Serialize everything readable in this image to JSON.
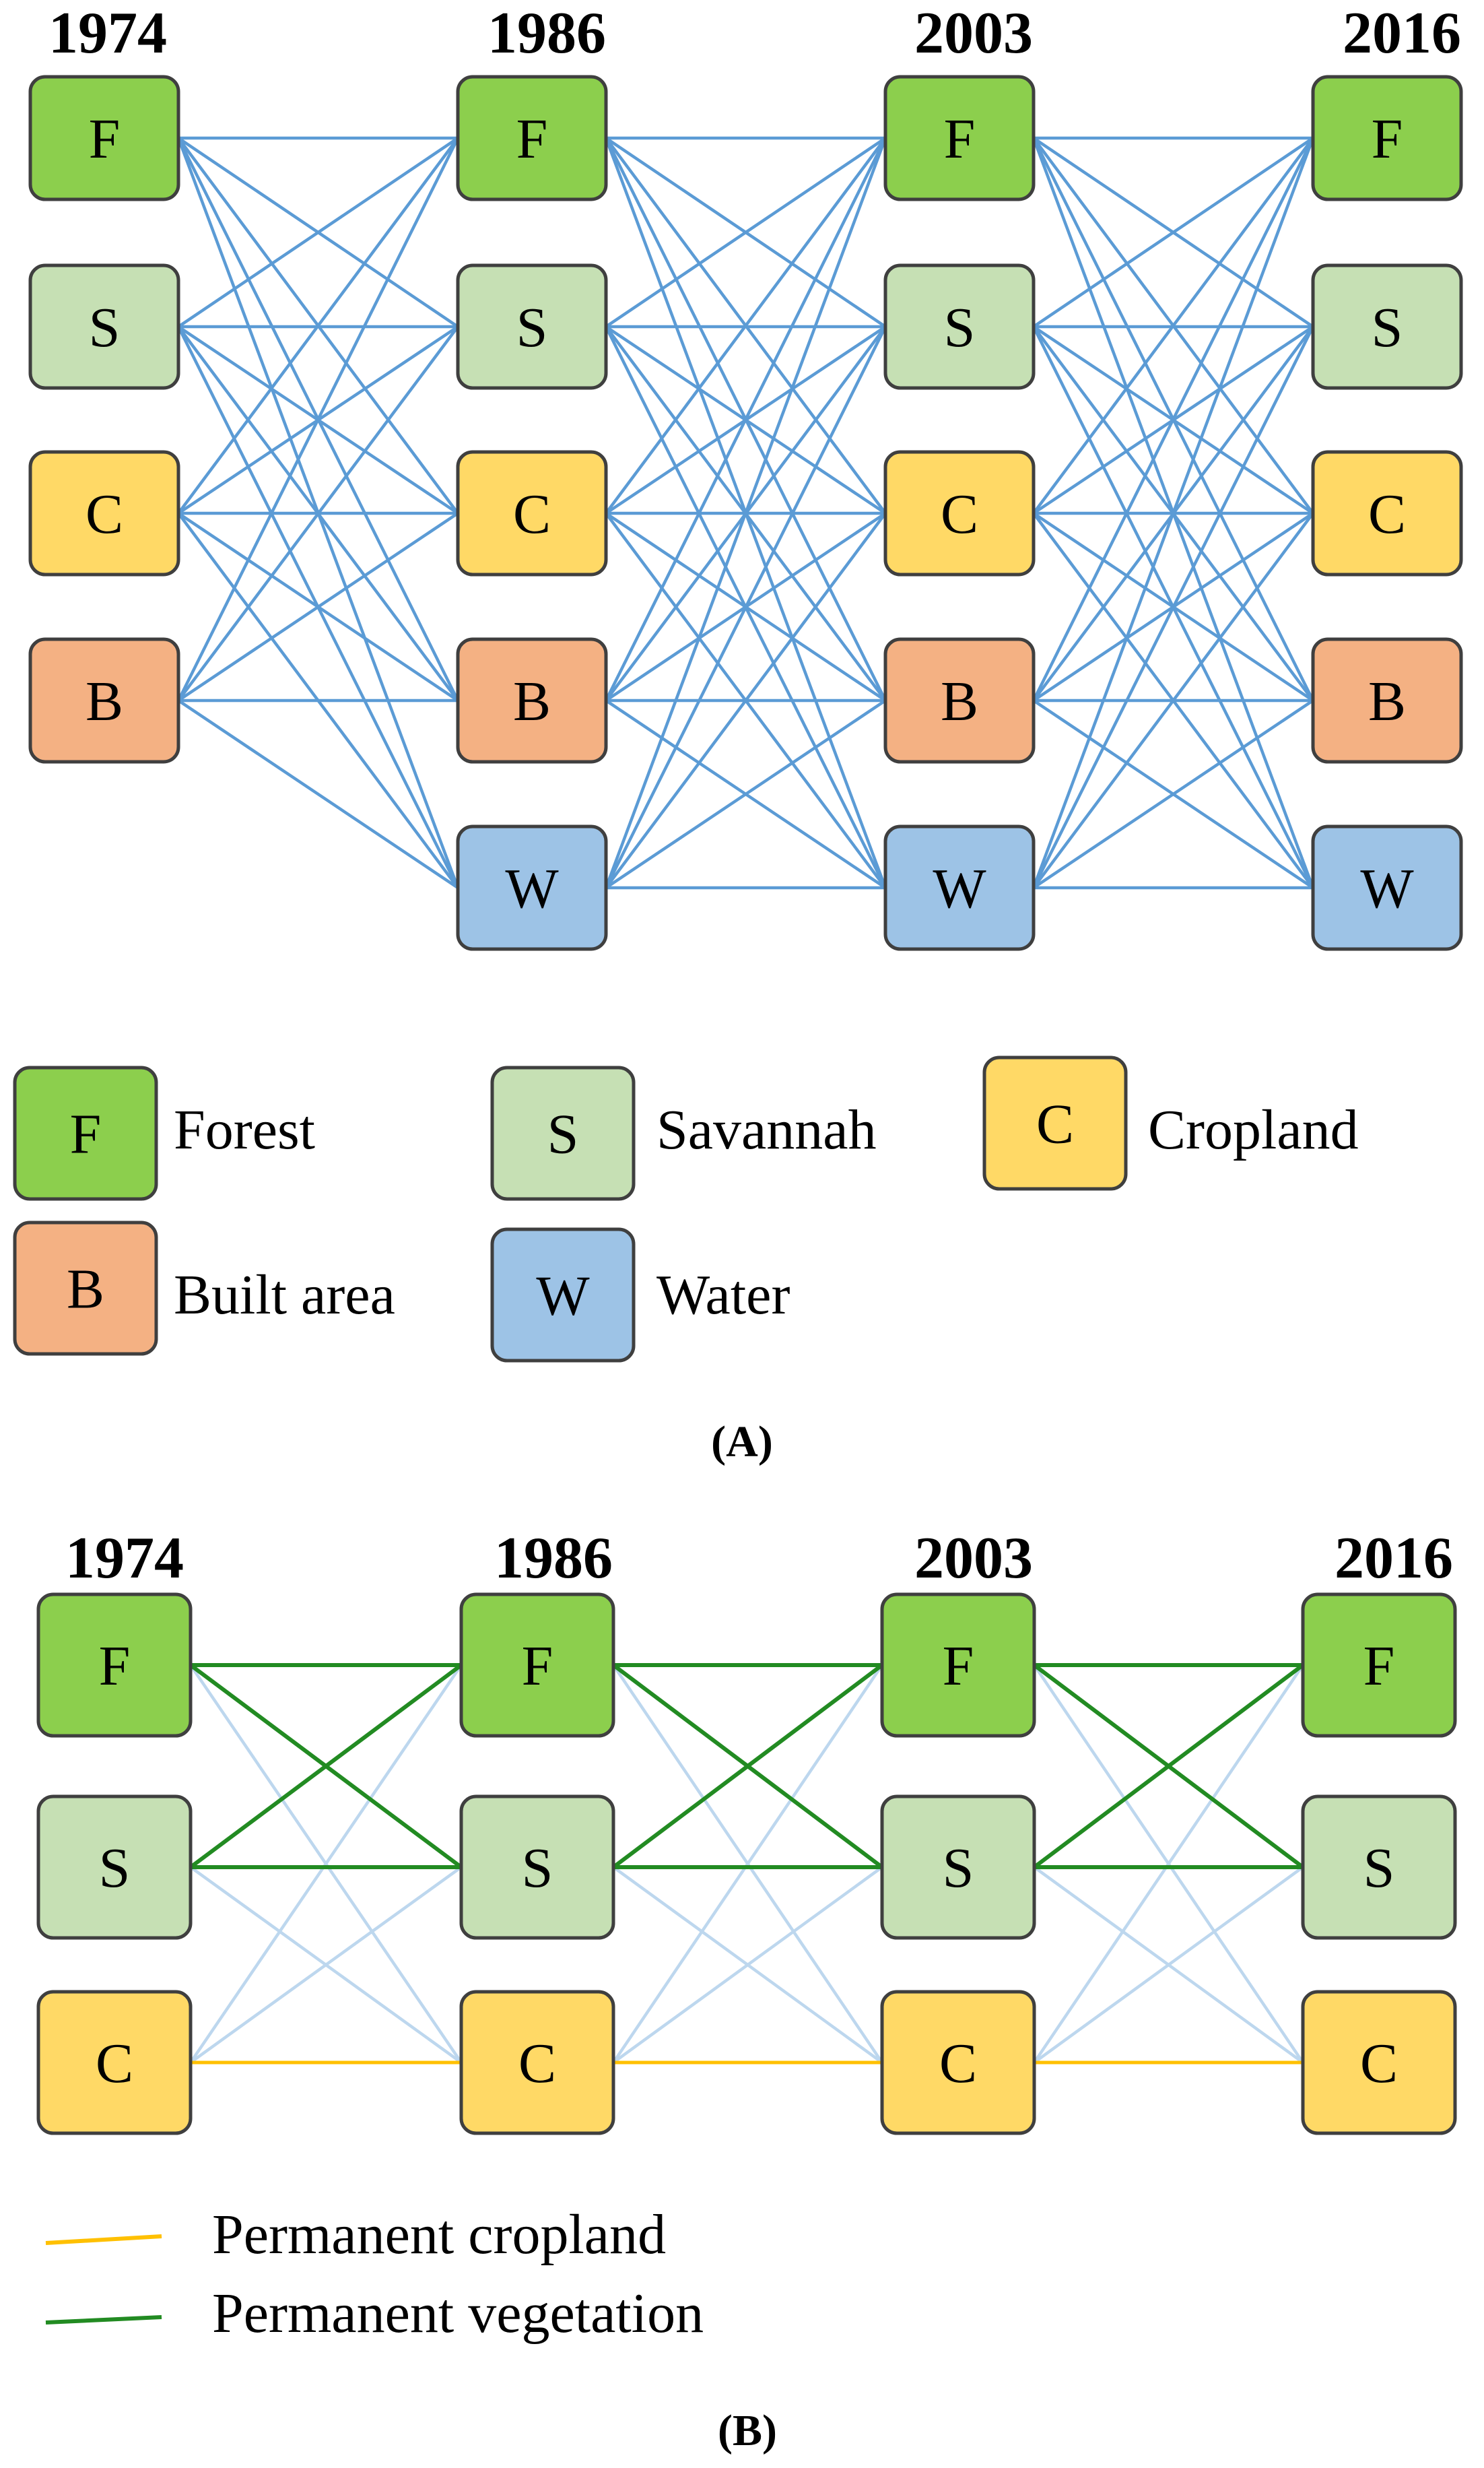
{
  "colors": {
    "F": "#8ccf4d",
    "S": "#c6e0b4",
    "C": "#ffd966",
    "B": "#f4b183",
    "W": "#9dc3e6",
    "link_all": "#5b9bd5",
    "link_light": "#bdd7ee",
    "permanent_cropland": "#ffc000",
    "permanent_vegetation": "#228b22"
  },
  "panelA": {
    "caption_open": "(",
    "caption_letter": "A",
    "caption_close": ")",
    "columns": [
      {
        "year": "1974",
        "nodes": [
          "F",
          "S",
          "C",
          "B"
        ]
      },
      {
        "year": "1986",
        "nodes": [
          "F",
          "S",
          "C",
          "B",
          "W"
        ]
      },
      {
        "year": "2003",
        "nodes": [
          "F",
          "S",
          "C",
          "B",
          "W"
        ]
      },
      {
        "year": "2016",
        "nodes": [
          "F",
          "S",
          "C",
          "B",
          "W"
        ]
      }
    ],
    "legend": [
      {
        "code": "F",
        "label": "Forest"
      },
      {
        "code": "S",
        "label": "Savannah"
      },
      {
        "code": "C",
        "label": "Cropland"
      },
      {
        "code": "B",
        "label": "Built area"
      },
      {
        "code": "W",
        "label": "Water"
      }
    ]
  },
  "panelB": {
    "caption_open": "(",
    "caption_letter": "B",
    "caption_close": ")",
    "columns": [
      {
        "year": "1974",
        "nodes": [
          "F",
          "S",
          "C"
        ]
      },
      {
        "year": "1986",
        "nodes": [
          "F",
          "S",
          "C"
        ]
      },
      {
        "year": "2003",
        "nodes": [
          "F",
          "S",
          "C"
        ]
      },
      {
        "year": "2016",
        "nodes": [
          "F",
          "S",
          "C"
        ]
      }
    ],
    "legend": [
      {
        "type": "permanent_cropland",
        "label": "Permanent cropland"
      },
      {
        "type": "permanent_vegetation",
        "label": "Permanent vegetation"
      }
    ]
  }
}
